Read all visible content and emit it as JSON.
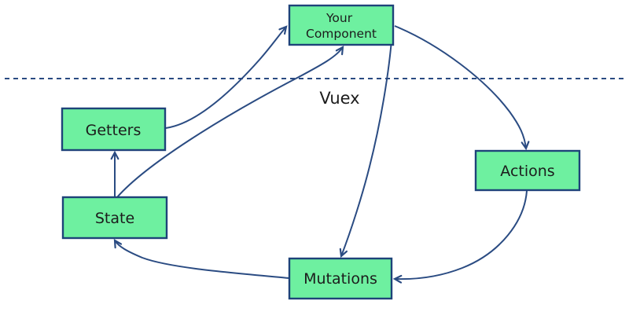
{
  "diagram": {
    "title": "Vuex",
    "nodes": [
      {
        "id": "your-component",
        "label": "Your Component",
        "lines": [
          "Your",
          "Component"
        ]
      },
      {
        "id": "getters",
        "label": "Getters",
        "lines": [
          "Getters"
        ]
      },
      {
        "id": "state",
        "label": "State",
        "lines": [
          "State"
        ]
      },
      {
        "id": "actions",
        "label": "Actions",
        "lines": [
          "Actions"
        ]
      },
      {
        "id": "mutations",
        "label": "Mutations",
        "lines": [
          "Mutations"
        ]
      }
    ],
    "edges": [
      {
        "from": "State",
        "to": "Getters"
      },
      {
        "from": "Getters",
        "to": "Your Component"
      },
      {
        "from": "State",
        "to": "Your Component"
      },
      {
        "from": "Your Component",
        "to": "Actions"
      },
      {
        "from": "Your Component",
        "to": "Mutations"
      },
      {
        "from": "Actions",
        "to": "Mutations"
      },
      {
        "from": "Mutations",
        "to": "State"
      }
    ]
  },
  "colors": {
    "node_fill": "#6ef0a0",
    "node_border": "#1e4379",
    "line": "#2a4b82",
    "text": "#1c1c1c",
    "background": "#ffffff"
  }
}
